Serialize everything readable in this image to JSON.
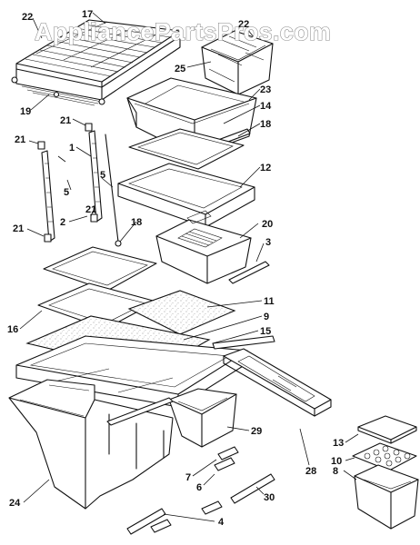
{
  "watermark": "AppliancePartsPros.com",
  "callouts": [
    {
      "id": "c22a",
      "text": "22"
    },
    {
      "id": "c17",
      "text": "17"
    },
    {
      "id": "c22b",
      "text": "22"
    },
    {
      "id": "c25",
      "text": "25"
    },
    {
      "id": "c23",
      "text": "23"
    },
    {
      "id": "c14",
      "text": "14"
    },
    {
      "id": "c19",
      "text": "19"
    },
    {
      "id": "c21a",
      "text": "21"
    },
    {
      "id": "c18a",
      "text": "18"
    },
    {
      "id": "c21b",
      "text": "21"
    },
    {
      "id": "c1",
      "text": "1"
    },
    {
      "id": "c12",
      "text": "12"
    },
    {
      "id": "c5a",
      "text": "5"
    },
    {
      "id": "c5b",
      "text": "5"
    },
    {
      "id": "c21c",
      "text": "21"
    },
    {
      "id": "c21d",
      "text": "21"
    },
    {
      "id": "c2",
      "text": "2"
    },
    {
      "id": "c18b",
      "text": "18"
    },
    {
      "id": "c20",
      "text": "20"
    },
    {
      "id": "c3",
      "text": "3"
    },
    {
      "id": "c11",
      "text": "11"
    },
    {
      "id": "c9",
      "text": "9"
    },
    {
      "id": "c16",
      "text": "16"
    },
    {
      "id": "c15",
      "text": "15"
    },
    {
      "id": "c29",
      "text": "29"
    },
    {
      "id": "c13",
      "text": "13"
    },
    {
      "id": "c10",
      "text": "10"
    },
    {
      "id": "c28",
      "text": "28"
    },
    {
      "id": "c8",
      "text": "8"
    },
    {
      "id": "c7",
      "text": "7"
    },
    {
      "id": "c6",
      "text": "6"
    },
    {
      "id": "c30",
      "text": "30"
    },
    {
      "id": "c24",
      "text": "24"
    },
    {
      "id": "c4",
      "text": "4"
    }
  ]
}
